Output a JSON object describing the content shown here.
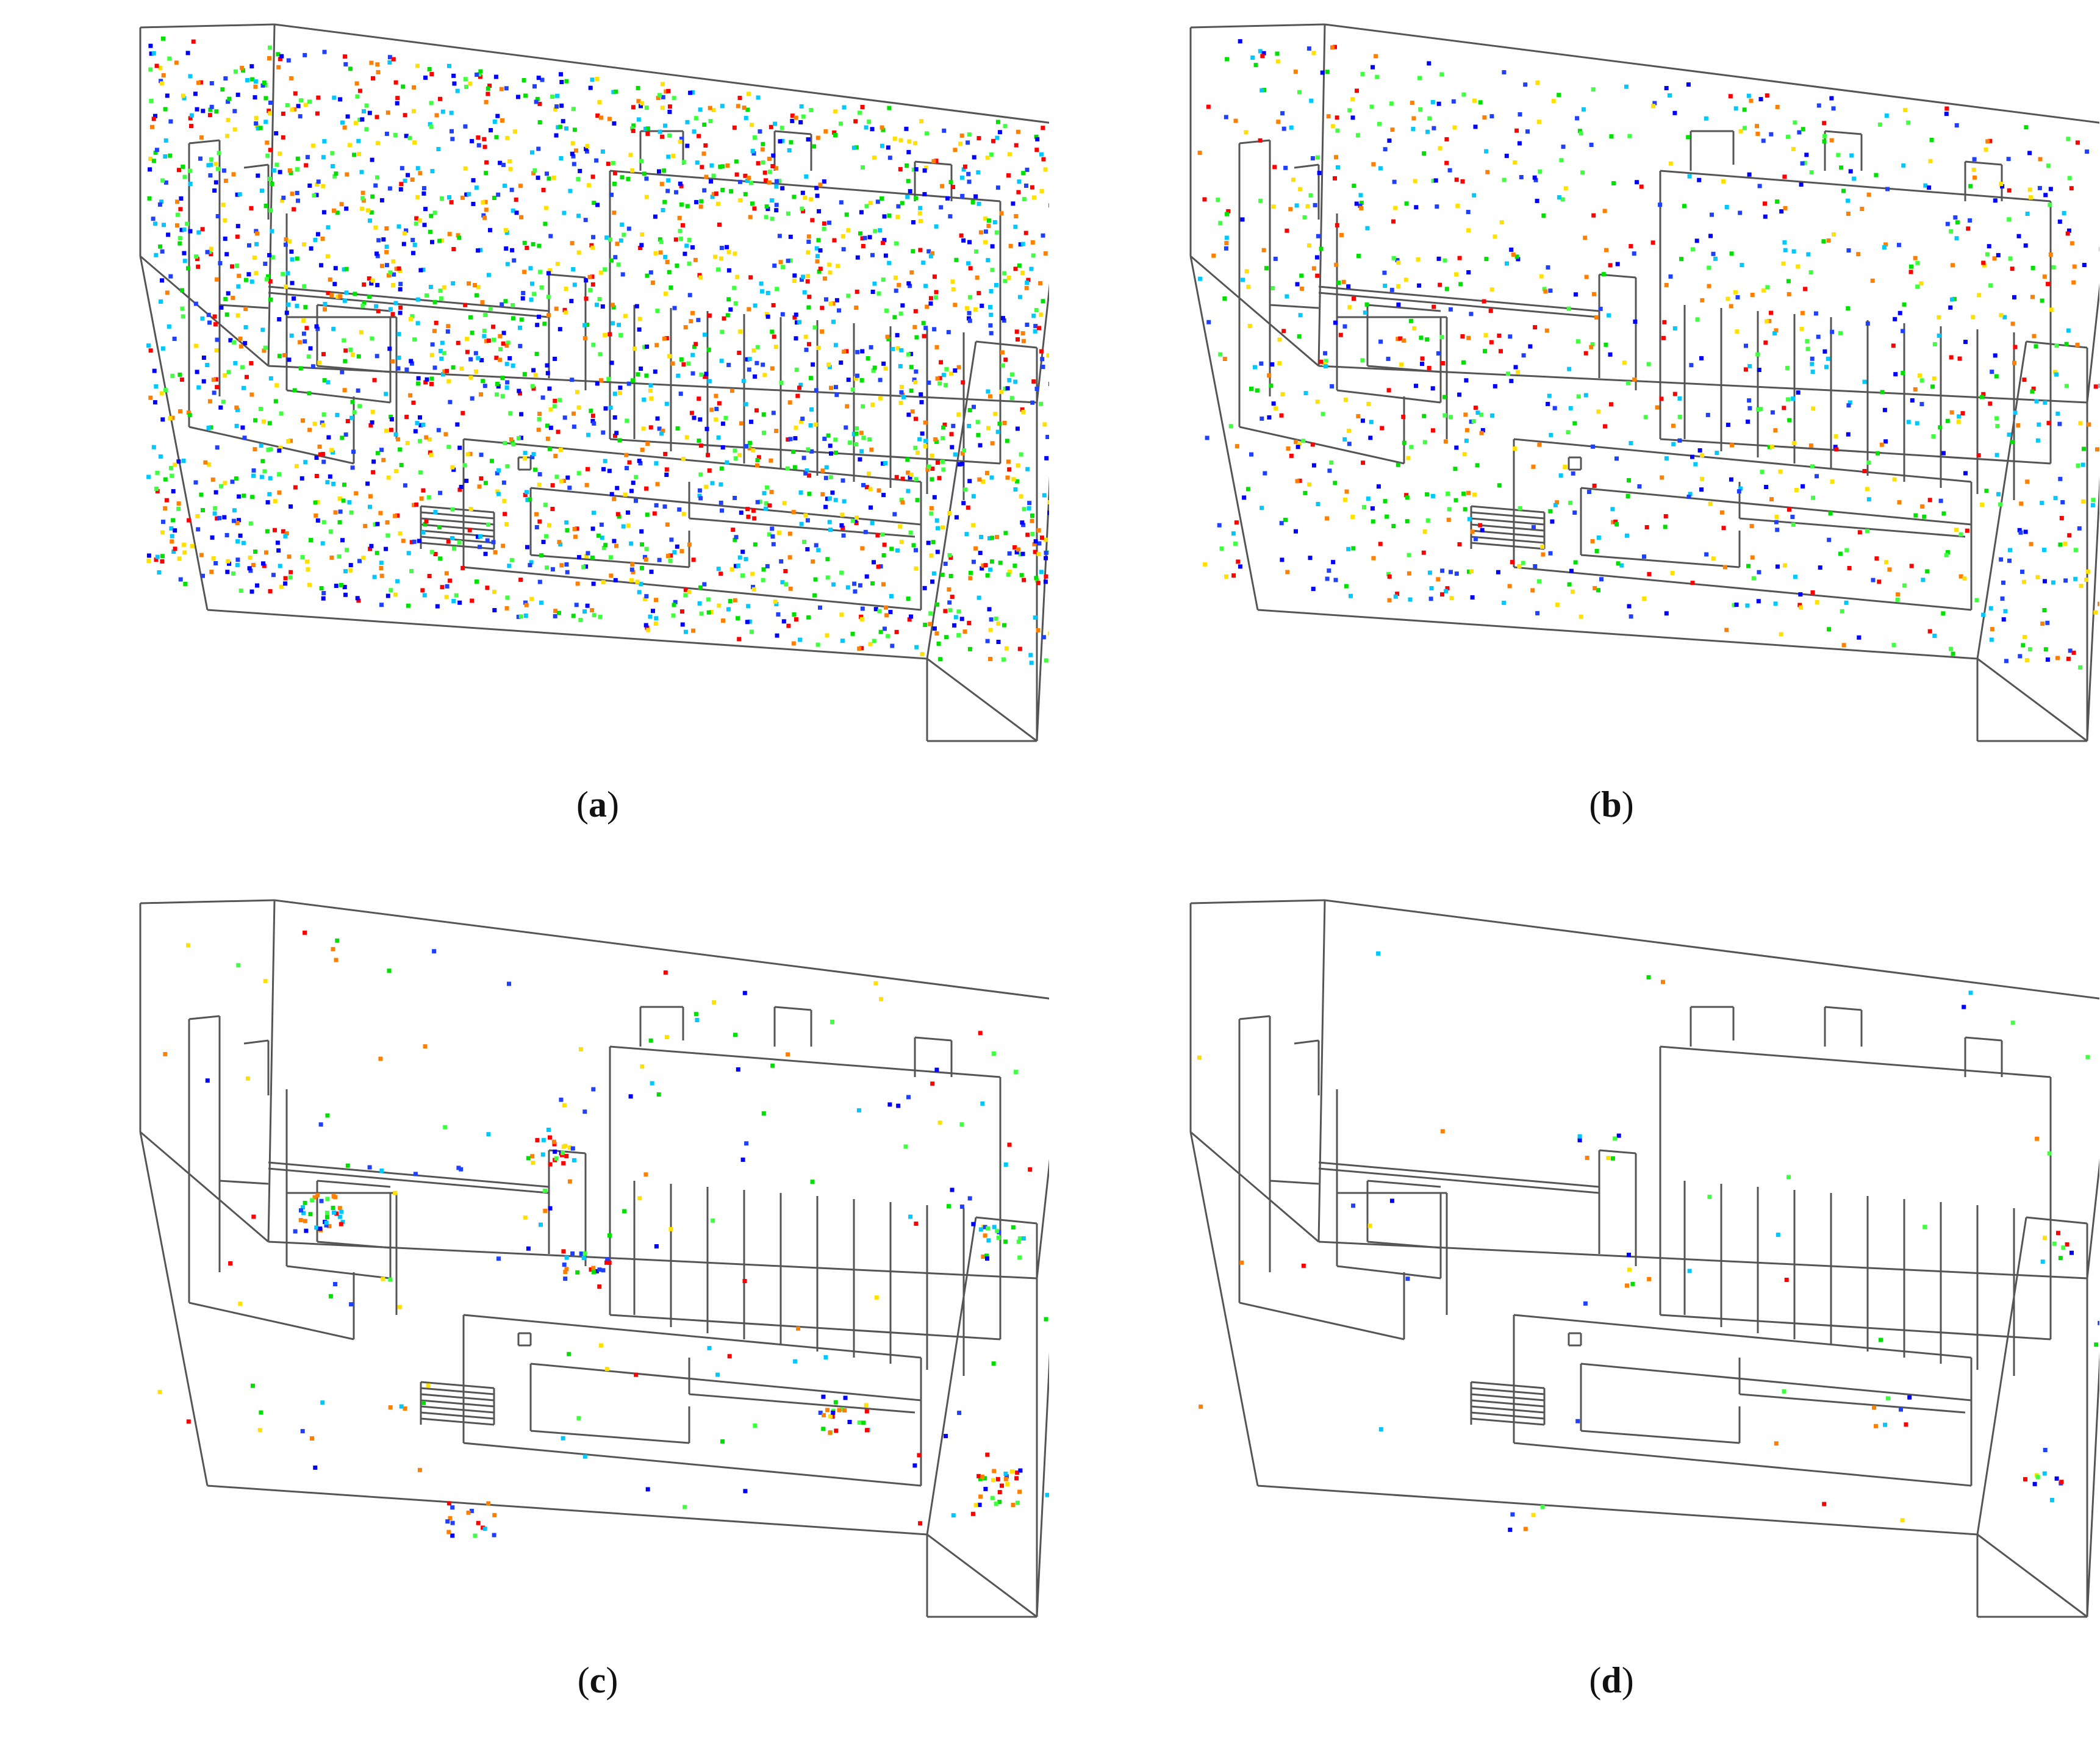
{
  "panels": [
    {
      "id": "a",
      "label": "a",
      "density": 1.0
    },
    {
      "id": "b",
      "label": "b",
      "density": 0.42
    },
    {
      "id": "c",
      "label": "c",
      "density": 0.12
    },
    {
      "id": "d",
      "label": "d",
      "density": 0.03
    }
  ],
  "colors": {
    "outline": "#555555",
    "particles": [
      "#0000ff",
      "#00c8ff",
      "#00e000",
      "#ffe000",
      "#ff8000",
      "#ff0000",
      "#2040ff",
      "#40ff40"
    ]
  }
}
